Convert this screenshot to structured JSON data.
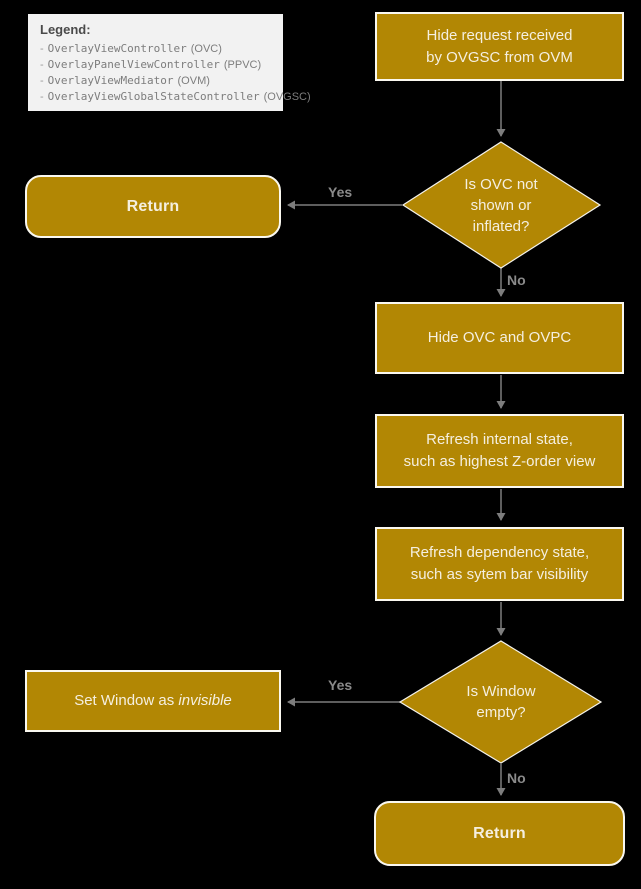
{
  "colors": {
    "background": "#000000",
    "node_fill": "#b28704",
    "node_border": "#faf8f0",
    "node_text": "#f5efe0",
    "edge_gray": "#7d7d7d",
    "edge_label_gray": "#8a8a8a",
    "legend_bg": "#f2f2f2",
    "legend_title": "#4a4a4a",
    "legend_text": "#7d7d7d"
  },
  "legend": {
    "title": "Legend:",
    "bullet": "-",
    "items": [
      {
        "code": "OverlayViewController",
        "abbr": "(OVC)"
      },
      {
        "code": "OverlayPanelViewController",
        "abbr": "(PPVC)"
      },
      {
        "code": "OverlayViewMediator",
        "abbr": "(OVM)"
      },
      {
        "code": "OverlayViewGlobalStateController",
        "abbr": "(OVGSC)"
      }
    ]
  },
  "nodes": {
    "start": {
      "line1": "Hide request received",
      "line2": "by OVGSC from OVM"
    },
    "decision1": {
      "line1": "Is OVC not",
      "line2": "shown or",
      "line3": "inflated?"
    },
    "return_top": {
      "label": "Return"
    },
    "hide_ovc": {
      "label": "Hide OVC and OVPC"
    },
    "refresh_internal": {
      "line1": "Refresh internal state,",
      "line2": "such as highest Z-order view"
    },
    "refresh_dependency": {
      "line1": "Refresh dependency state,",
      "line2": "such as sytem bar visibility"
    },
    "decision2": {
      "line1": "Is Window",
      "line2": "empty?"
    },
    "set_window": {
      "prefix": "Set Window as ",
      "italic": "invisible"
    },
    "return_bottom": {
      "label": "Return"
    }
  },
  "edge_labels": {
    "decision1_yes": "Yes",
    "decision1_no": "No",
    "decision2_yes": "Yes",
    "decision2_no": "No"
  }
}
